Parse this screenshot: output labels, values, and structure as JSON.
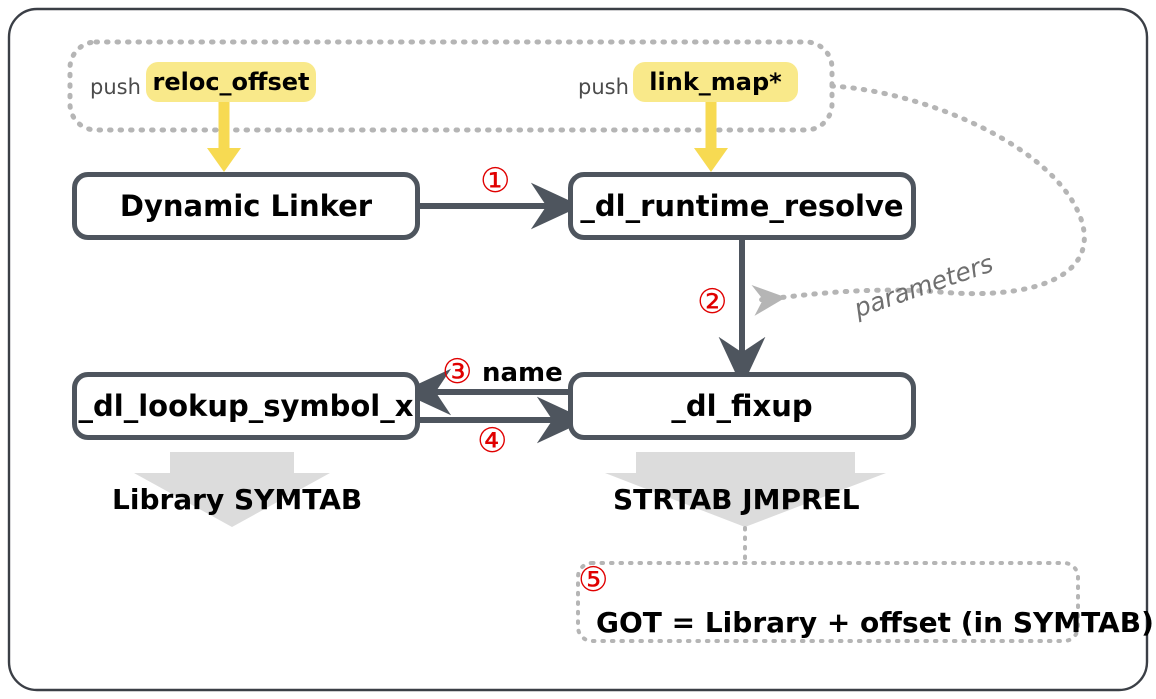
{
  "diagram": {
    "title": "Dynamic Linker Lazy Symbol Resolution",
    "colors": {
      "node_border": "#4e555e",
      "arrow_dark": "#4e555e",
      "arrow_yellow": "#F7DA52",
      "pill_yellow": "#F9E98A",
      "circle_red": "#e00000",
      "dotted_gray": "#b5b5b5",
      "block_arrow_gray": "#dcdcdc",
      "outer_border": "#3b3f46"
    },
    "stack_group": {
      "push_left_label": "push",
      "push_right_label": "push",
      "pill_left": "reloc_offset",
      "pill_right": "link_map*"
    },
    "nodes": {
      "dynamic_linker": "Dynamic Linker",
      "dl_runtime_resolve": "_dl_runtime_resolve",
      "dl_lookup_symbol_x": "_dl_lookup_symbol_x",
      "dl_fixup": "_dl_fixup"
    },
    "steps": {
      "one": "①",
      "two": "②",
      "three": "③",
      "four": "④",
      "five": "⑤"
    },
    "edge_labels": {
      "parameters": "parameters",
      "name": "name"
    },
    "block_arrows": {
      "left": "Library   SYMTAB",
      "right": "STRTAB   JMPREL"
    },
    "result_box": {
      "formula": "GOT = Library + offset (in SYMTAB)"
    }
  }
}
